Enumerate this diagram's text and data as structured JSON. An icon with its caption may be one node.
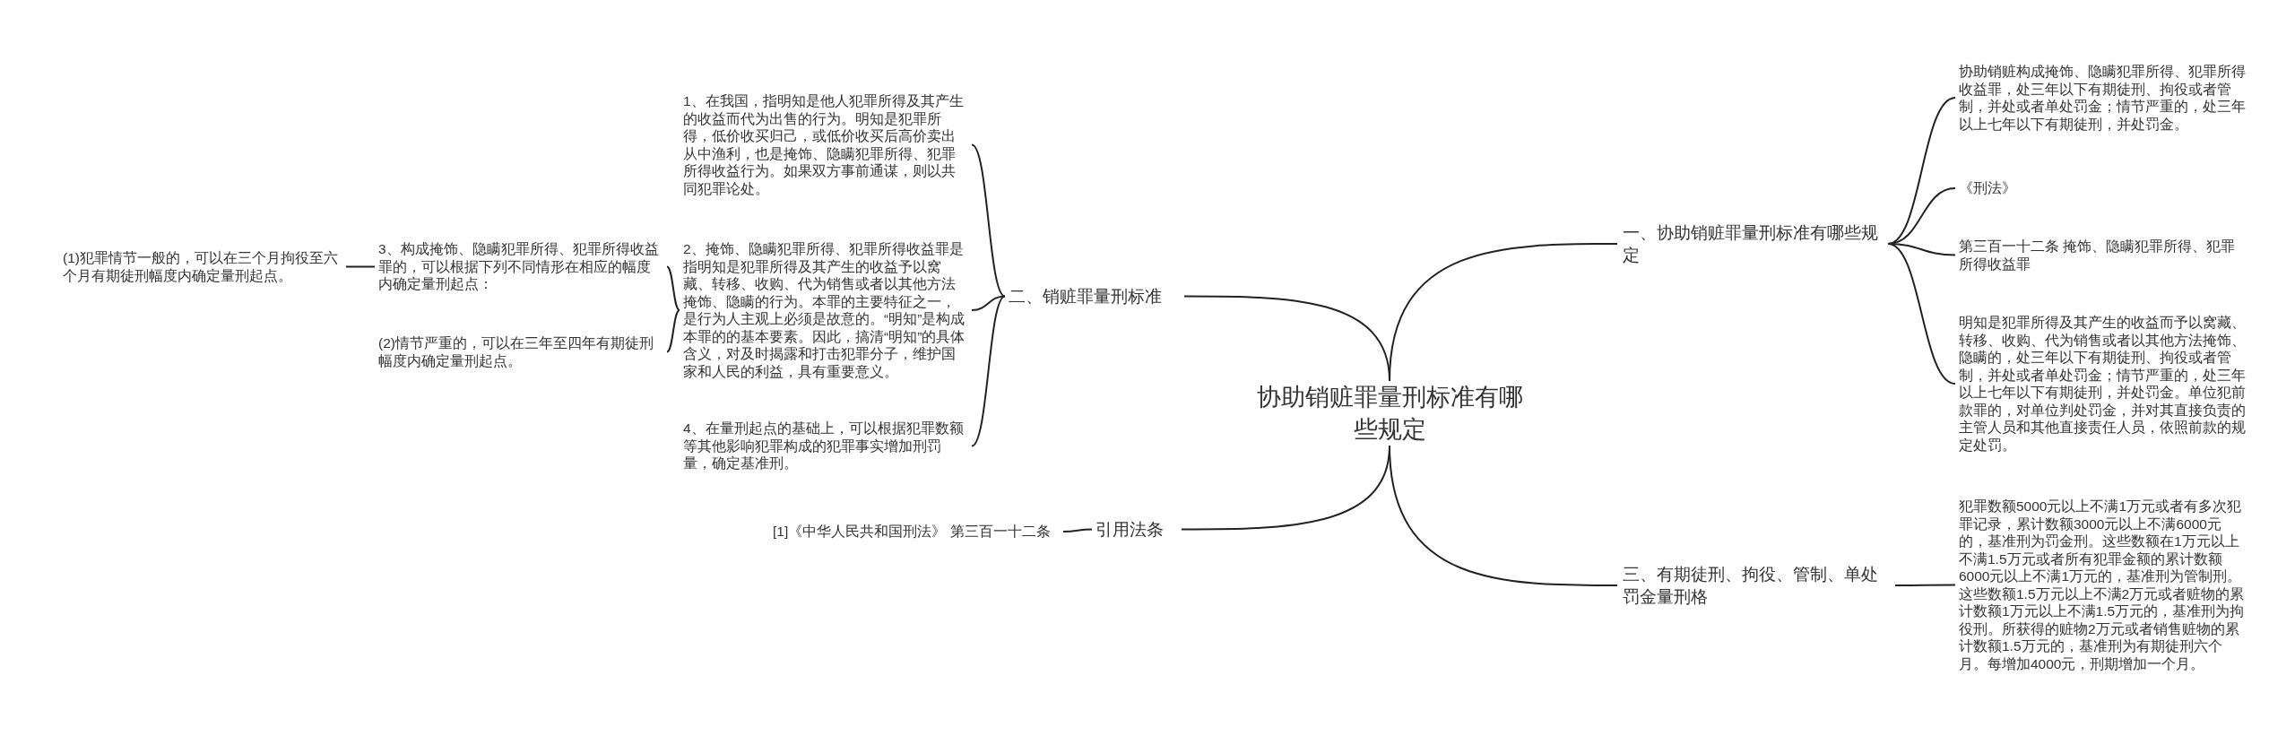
{
  "diagram": {
    "nodes": [
      {
        "text": [
          "协助销赃罪量刑标准有哪些规定"
        ]
      },
      {
        "text": [
          "一、协助销赃罪量刑标准有哪些规定"
        ]
      },
      {
        "text": [
          "协助销赃构成掩饰、隐瞒犯罪所得、犯罪所得收益罪，处三年以下有期徒刑、拘役或者管制，并处或者单处罚金；情节严重的，处三年以上七年以下有期徒刑，并处罚金。"
        ]
      },
      {
        "text": [
          "《刑法》"
        ]
      },
      {
        "text": [
          "第三百一十二条 掩饰、隐瞒犯罪所得、犯罪所得收益罪"
        ]
      },
      {
        "text": [
          "明知是犯罪所得及其产生的收益而予以窝藏、转移、收购、代为销售或者以其他方法掩饰、隐瞒的，处三年以下有期徒刑、拘役或者管制，并处或者单处罚金；情节严重的，处三年以上七年以下有期徒刑，并处罚金。单位犯前款罪的，对单位判处罚金，并对其直接负责的主管人员和其他直接责任人员，依照前款的规定处罚。"
        ]
      },
      {
        "text": [
          "三、有期徒刑、拘役、管制、单处罚金量刑格"
        ]
      },
      {
        "text": [
          "犯罪数额5000元以上不满1万元或者有多次犯罪记录，累计数额3000元以上不满6000元的，基准刑为罚金刑。这些数额在1万元以上不满1.5万元或者所有犯罪金额的累计数额6000元以上不满1万元的，基准刑为管制刑。这些数额1.5万元以上不满2万元或者赃物的累计数额1万元以上不满1.5万元的，基准刑为拘役刑。所获得的赃物2万元或者销售赃物的累计数额1.5万元的，基准刑为有期徒刑六个月。每增加4000元，刑期增加一个月。"
        ]
      },
      {
        "text": [
          "二、销赃罪量刑标准"
        ]
      },
      {
        "text": [
          "1、在我国，指明知是他人犯罪所得及其产生的收益而代为出售的行为。明知是犯罪所得，低价收买归己，或低价收买后高价卖出从中渔利，也是掩饰、隐瞒犯罪所得、犯罪所得收益行为。如果双方事前通谋，则以共同犯罪论处。"
        ]
      },
      {
        "text": [
          "2、掩饰、隐瞒犯罪所得、犯罪所得收益罪是指明知是犯罪所得及其产生的收益予以窝藏、转移、收购、代为销售或者以其他方法掩饰、隐瞒的行为。本罪的主要特征之一，是行为人主观上必须是故意的。“明知”是构成本罪的的基本要素。因此，搞清“明知”的具体含义，对及时揭露和打击犯罪分子，维护国家和人民的利益，具有重要意义。"
        ]
      },
      {
        "text": [
          "3、构成掩饰、隐瞒犯罪所得、犯罪所得收益罪的，可以根据下列不同情形在相应的幅度内确定量刑起点："
        ]
      },
      {
        "text": [
          "(1)犯罪情节一般的，可以在三个月拘役至六个月有期徒刑幅度内确定量刑起点。"
        ]
      },
      {
        "text": [
          "(2)情节严重的，可以在三年至四年有期徒刑幅度内确定量刑起点。"
        ]
      },
      {
        "text": [
          "4、在量刑起点的基础上，可以根据犯罪数额等其他影响犯罪构成的犯罪事实增加刑罚量，确定基准刑。"
        ]
      },
      {
        "text": [
          "引用法条"
        ]
      },
      {
        "text": [
          "[1]《中华人民共和国刑法》 第三百一十二条"
        ]
      }
    ],
    "edges": [
      {
        "from": 0,
        "to": 1,
        "arrow": "none"
      },
      {
        "from": 0,
        "to": 6,
        "arrow": "none"
      },
      {
        "from": 0,
        "to": 8,
        "arrow": "none"
      },
      {
        "from": 0,
        "to": 15,
        "arrow": "none"
      },
      {
        "from": 1,
        "to": 2,
        "arrow": "none"
      },
      {
        "from": 1,
        "to": 3,
        "arrow": "none"
      },
      {
        "from": 1,
        "to": 4,
        "arrow": "none"
      },
      {
        "from": 1,
        "to": 5,
        "arrow": "none"
      },
      {
        "from": 6,
        "to": 7,
        "arrow": "none"
      },
      {
        "from": 8,
        "to": 9,
        "arrow": "none"
      },
      {
        "from": 8,
        "to": 10,
        "arrow": "none"
      },
      {
        "from": 8,
        "to": 14,
        "arrow": "none"
      },
      {
        "from": 10,
        "to": 11,
        "arrow": "none"
      },
      {
        "from": 10,
        "to": 13,
        "arrow": "none"
      },
      {
        "from": 11,
        "to": 12,
        "arrow": "none"
      },
      {
        "from": 15,
        "to": 16,
        "arrow": "none"
      }
    ]
  }
}
